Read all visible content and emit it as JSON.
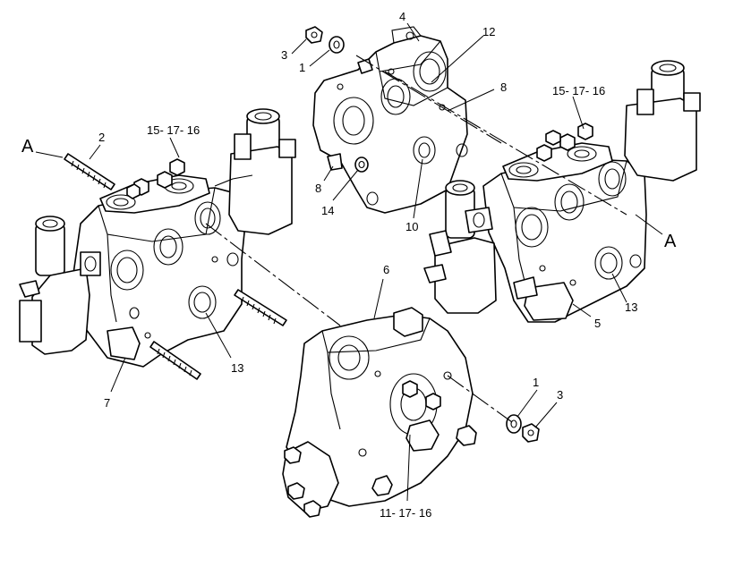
{
  "callouts": {
    "c1_top": "1",
    "c3_top": "3",
    "c4": "4",
    "c12": "12",
    "c8_right": "8",
    "c8_left": "8",
    "c14": "14",
    "c10": "10",
    "c2": "2",
    "c15_left": "15- 17- 16",
    "c15_right": "15- 17- 16",
    "cA_left": "A",
    "cA_right": "A",
    "c13_left": "13",
    "c13_right": "13",
    "c7": "7",
    "c6": "6",
    "c5": "5",
    "c1_bottom": "1",
    "c3_bottom": "3",
    "c11": "11- 17- 16"
  }
}
